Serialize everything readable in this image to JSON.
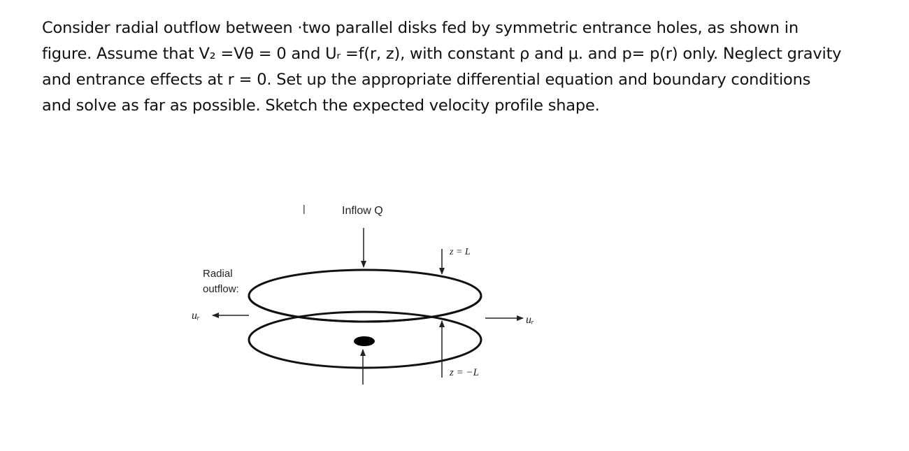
{
  "problem": {
    "lines": [
      "Consider radial outflow between ·two parallel disks fed by symmetric entrance holes, as shown in",
      "figure. Assume that V₂ =Vθ = 0 and Uᵣ =f(r, z), with constant ρ and μ. and p= p(r) only. Neglect gravity",
      "and entrance effects at r = 0. Set up the appropriate differential equation and boundary conditions",
      "and solve as far as possible. Sketch the expected velocity profile shape."
    ]
  },
  "figure": {
    "inflow_label": "Inflow Q",
    "radial_label_1": "Radial",
    "radial_label_2": "outflow:",
    "ur_left": "uᵣ",
    "ur_right": "uᵣ",
    "z_top": "z = L",
    "z_bottom": "z = −L",
    "tick_mark": "|"
  }
}
